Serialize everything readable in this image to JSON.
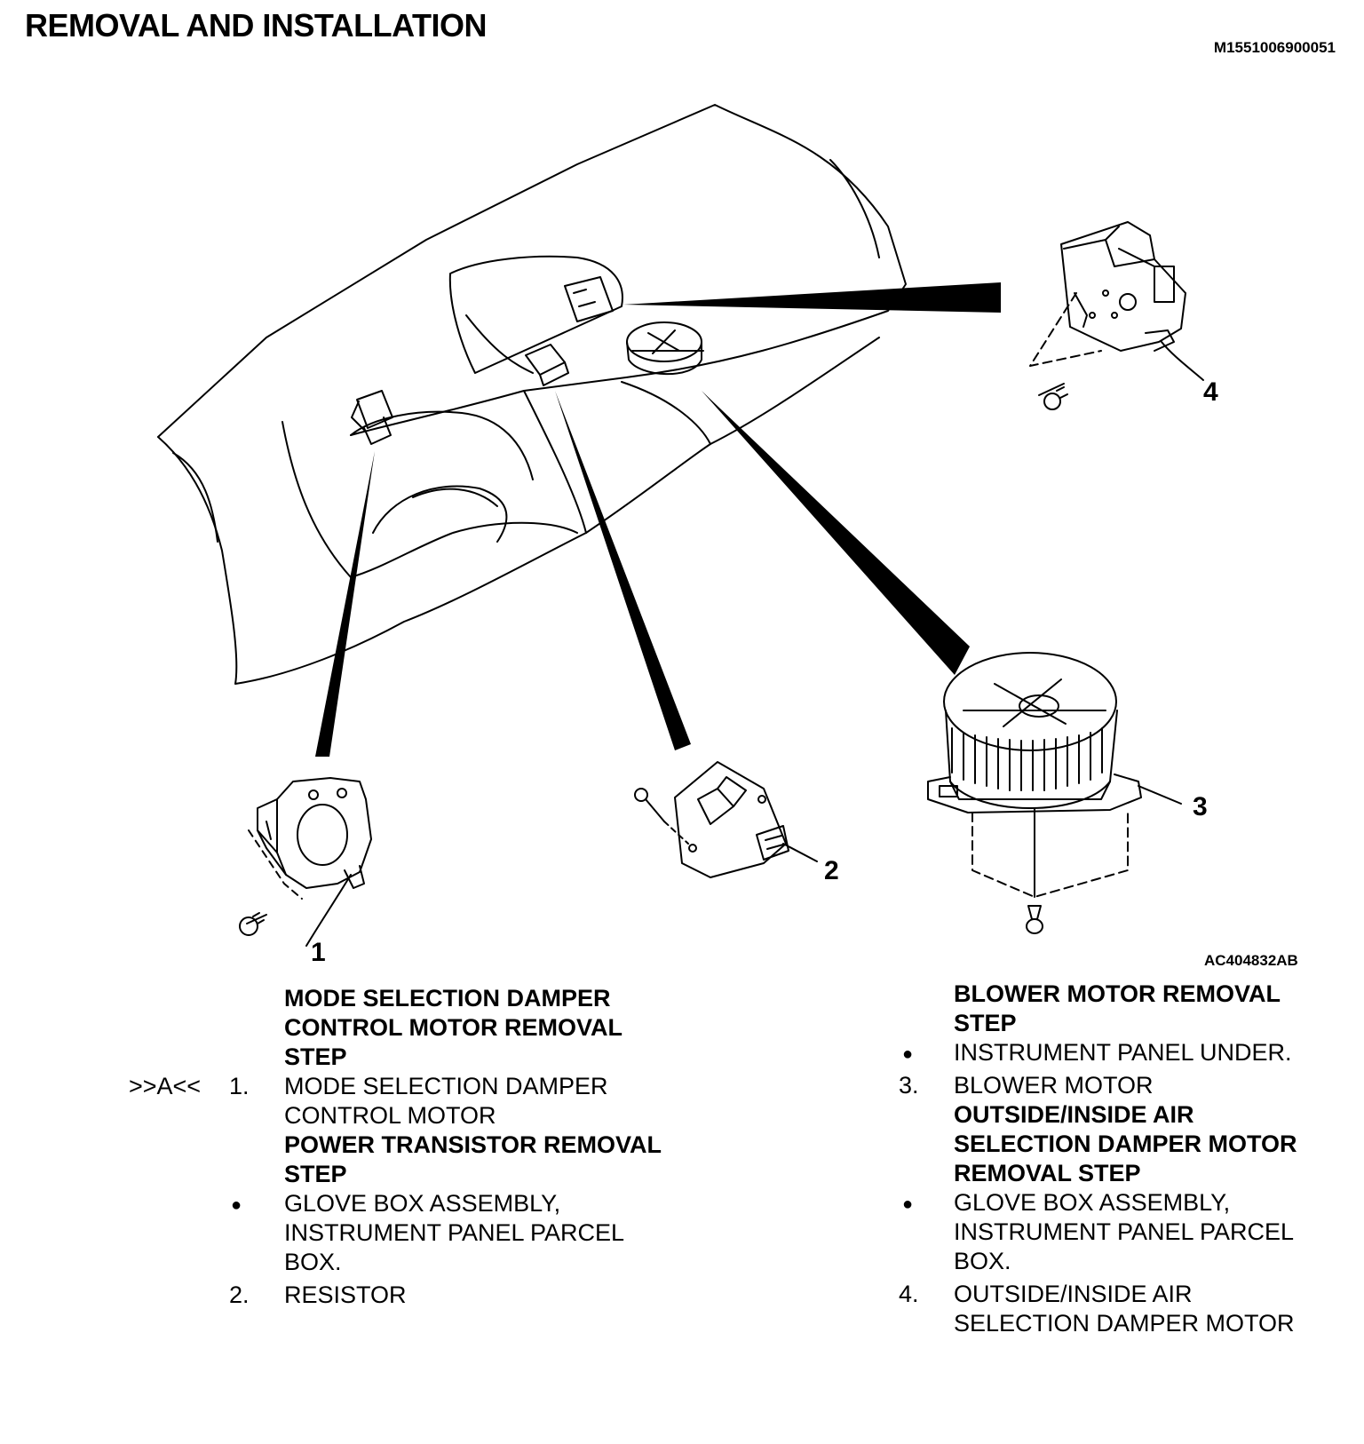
{
  "page": {
    "title": "REMOVAL AND INSTALLATION",
    "doc_id": "M1551006900051",
    "figure_id": "AC404832AB"
  },
  "callouts": [
    "1",
    "2",
    "3",
    "4"
  ],
  "left_column": {
    "heading1": [
      "MODE SELECTION DAMPER",
      "CONTROL MOTOR REMOVAL",
      "STEP"
    ],
    "step1_tag": ">>A<<",
    "step1_num": "1.",
    "step1_text": [
      "MODE SELECTION DAMPER",
      "CONTROL MOTOR"
    ],
    "heading2": [
      "POWER TRANSISTOR REMOVAL",
      "STEP"
    ],
    "bullet_text": [
      "GLOVE BOX ASSEMBLY,",
      "INSTRUMENT PANEL PARCEL",
      "BOX."
    ],
    "step2_num": "2.",
    "step2_text": "RESISTOR"
  },
  "right_column": {
    "heading1": [
      "BLOWER MOTOR REMOVAL",
      "STEP"
    ],
    "bullet1_text": "INSTRUMENT PANEL UNDER.",
    "step3_num": "3.",
    "step3_text": "BLOWER MOTOR",
    "heading2": [
      "OUTSIDE/INSIDE AIR",
      "SELECTION DAMPER MOTOR",
      "REMOVAL STEP"
    ],
    "bullet2_text": [
      "GLOVE BOX ASSEMBLY,",
      "INSTRUMENT PANEL PARCEL",
      "BOX."
    ],
    "step4_num": "4.",
    "step4_text": [
      "OUTSIDE/INSIDE AIR",
      "SELECTION DAMPER MOTOR"
    ]
  }
}
